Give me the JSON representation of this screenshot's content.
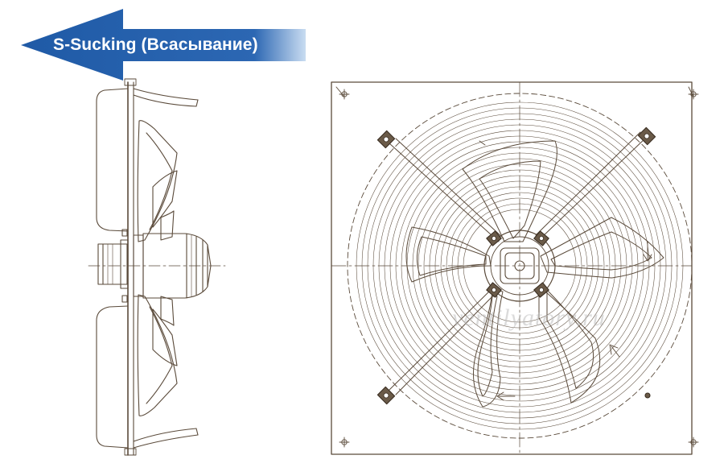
{
  "banner": {
    "label": "S-Sucking (Всасывание)",
    "arrow_color": "#1f5aa6",
    "fade_color": "#8fb0da",
    "text_color": "#ffffff"
  },
  "watermark": {
    "text": "ventilyatory.ru"
  },
  "drawing": {
    "line_color": "#5a4a3a",
    "views": [
      "side-view",
      "front-view"
    ],
    "blade_count": 5
  }
}
